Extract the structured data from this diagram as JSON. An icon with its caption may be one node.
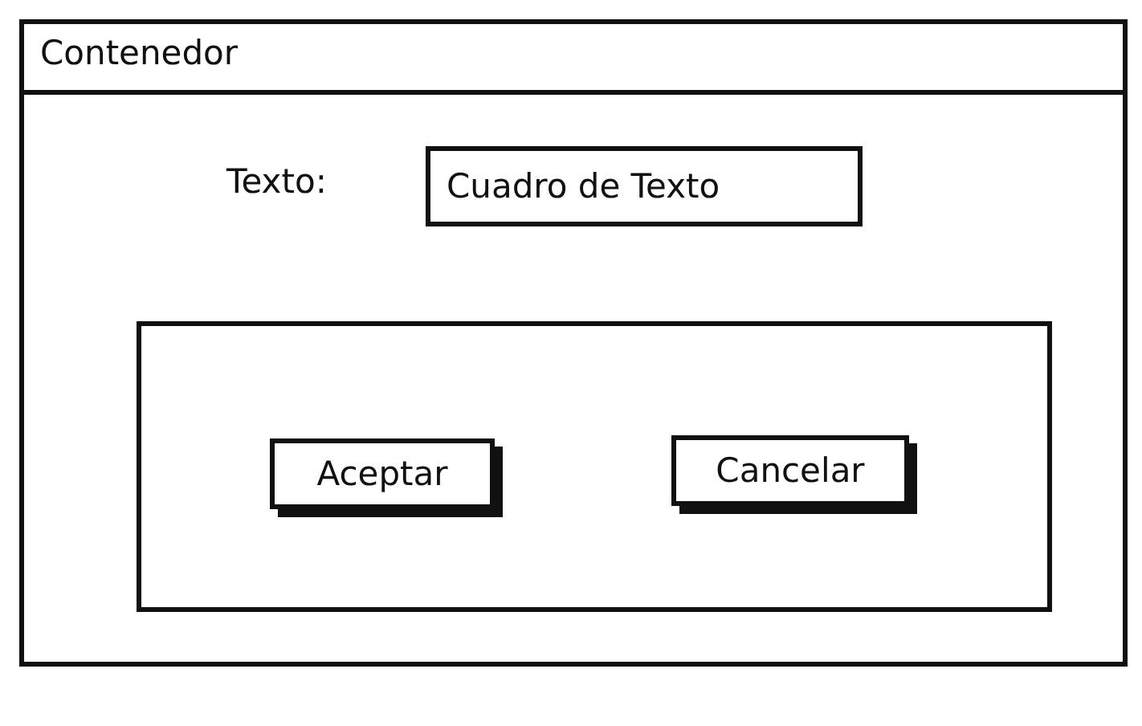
{
  "diagram": {
    "nodes": [
      {
        "text": [
          "Contenedor"
        ]
      },
      {
        "text": [
          "Cuadro de Texto"
        ],
        "in": 0
      },
      {
        "text": [],
        "shape": "box",
        "in": 0
      },
      {
        "text": [
          "Aceptar"
        ],
        "in": 2
      },
      {
        "text": [
          "Cancelar"
        ],
        "in": 2
      },
      {
        "text": [],
        "shape": "bar",
        "in": 0
      }
    ],
    "labels": [
      "Texto:"
    ]
  }
}
